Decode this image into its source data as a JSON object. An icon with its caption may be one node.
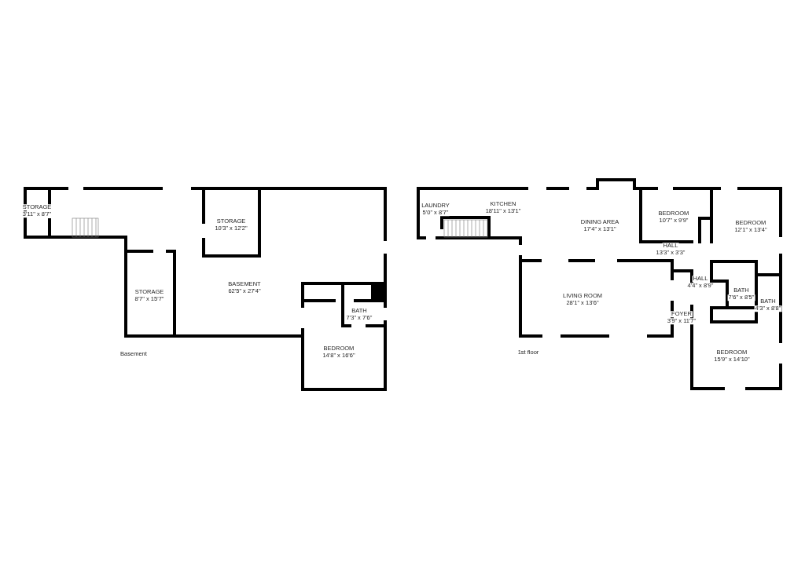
{
  "diagram": {
    "labels": [
      "STORAGE",
      "3'11\" x 8'7\"",
      "STORAGE",
      "10'3\" x 12'2\"",
      "BASEMENT",
      "62'5\" x 27'4\"",
      "STORAGE",
      "8'7\" x 15'7\"",
      "BATH",
      "7'3\" x 7'6\"",
      "BEDROOM",
      "14'8\" x 16'6\"",
      "Basement",
      "LAUNDRY",
      "5'0\" x 8'7\"",
      "KITCHEN",
      "18'11\" x 13'1\"",
      "DINING AREA",
      "17'4\" x 13'1\"",
      "BEDROOM",
      "10'7\" x 9'9\"",
      "BEDROOM",
      "12'1\" x 13'4\"",
      "HALL",
      "13'3\" x 3'3\"",
      "HALL",
      "4'4\" x 8'9\"",
      "BATH",
      "7'6\" x 8'5\"",
      "LIVING ROOM",
      "28'1\" x 13'6\"",
      "FOYER",
      "3'9\" x 11'7\"",
      "BATH",
      "4'3\" x 8'8\"",
      "BEDROOM",
      "15'9\" x 14'10\"",
      "1st floor"
    ]
  }
}
